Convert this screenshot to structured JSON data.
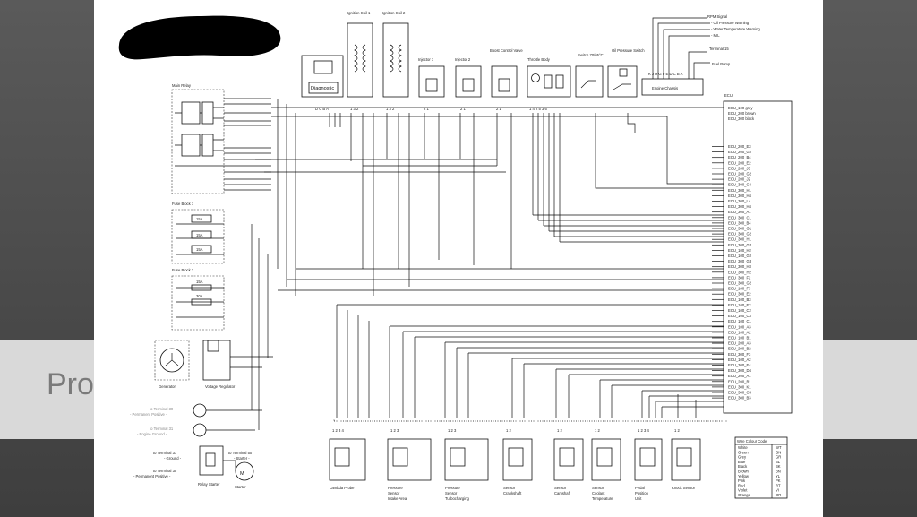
{
  "ecu": {
    "title": "ECU",
    "legend": [
      "ECU_100 grey",
      "ECU_200 brown",
      "ECU_300 black"
    ],
    "pins": [
      "ECU_200_E3",
      "ECU_200_G2",
      "ECU_200_B4",
      "ECU_200_E2",
      "ECU_200_J3",
      "ECU_200_G2",
      "ECU_200_J2",
      "ECU_300_C4",
      "ECU_300_H1",
      "ECU_300_H4",
      "ECU_300_L4",
      "ECU_300_H4",
      "ECU_300_A1",
      "ECU_300_C1",
      "ECU_300_B4",
      "ECU_300_G1",
      "ECU_300_G2",
      "ECU_300_H1",
      "ECU_300_G4",
      "ECU_100_H2",
      "ECU_100_G2",
      "ECU_300_G3",
      "ECU_300_H3",
      "ECU_300_H2",
      "ECU_300_F2",
      "ECU_300_G2",
      "ECU_100_F3",
      "ECU_300_E2",
      "ECU_100_B3",
      "ECU_100_E2",
      "ECU_100_C2",
      "ECU_100_C3",
      "ECU_100_C1",
      "ECU_100_A3",
      "ECU_100_A2",
      "ECU_100_B1",
      "ECU_200_A3",
      "ECU_200_B2",
      "ECU_300_F3",
      "ECU_100_A2",
      "ECU_300_E4",
      "ECU_300_D4",
      "ECU_200_A1",
      "ECU_200_B1",
      "ECU_300_K1",
      "ECU_300_C3",
      "ECU_300_B3"
    ]
  },
  "top_components": [
    {
      "id": "diagnostic",
      "label": "Diagnostic",
      "pins": "D C B A"
    },
    {
      "id": "coil1",
      "label": "Ignition Coil 1",
      "pins": "1 3 2"
    },
    {
      "id": "coil2",
      "label": "Ignition Coil 2",
      "pins": "1 3 2"
    },
    {
      "id": "inj1",
      "label": "Injector 1",
      "pins": "2 1"
    },
    {
      "id": "inj2",
      "label": "Injector 2",
      "pins": "2 1"
    },
    {
      "id": "boost",
      "label": "Boost Control Valve",
      "pins": "2 1"
    },
    {
      "id": "throttle",
      "label": "Throttle Body",
      "pins": "1 4 2 5 3 6"
    },
    {
      "id": "switch",
      "label": "Switch 70/65°C",
      "pins": ""
    },
    {
      "id": "oilswitch",
      "label": "Oil Pressure Switch",
      "pins": ""
    }
  ],
  "engine_chassis": {
    "label": "Engine Chassis",
    "pins": "K J H G F E D C B A",
    "signals": [
      "RPM Signal",
      "- Oil Pressure Warning",
      "- Water Temperature Warning",
      "- MIL",
      "Terminal 15",
      "Fuel Pump"
    ]
  },
  "left_blocks": {
    "main_relay": "Main Relay",
    "fuse_block1": "Fuse Block 1",
    "fuse_block2": "Fuse Block 2",
    "fuses1": [
      "15A",
      "15A",
      "15A"
    ],
    "fuses2": [
      "15A",
      "30A"
    ],
    "generator": "Generator",
    "voltage_regulator": "Voltage Regulator",
    "term30_perm": [
      "to Terminal 30",
      "- Permanent Positive -"
    ],
    "term31_engine": [
      "to Terminal 31",
      "- Engine Ground -"
    ],
    "term31_ground": [
      "to Terminal 31",
      "- Ground -"
    ],
    "term30_perm2": [
      "to Terminal 30",
      "- Permanent Positive -"
    ],
    "term50": [
      "to Terminal 50",
      "- Starter -"
    ],
    "relay_starter": "Relay Starter",
    "starter": "Starter"
  },
  "bottom_sensors": [
    {
      "label": "Lambda Probe",
      "pins": "1 2 3 4"
    },
    {
      "label": "Pressure Sensor Intake Area",
      "pins": "1 2 3"
    },
    {
      "label": "Pressure Sensor Turbocharging",
      "pins": "1 2 3"
    },
    {
      "label": "Sensor Crankshaft",
      "pins": "1 2"
    },
    {
      "label": "Sensor Camshaft",
      "pins": "1 2"
    },
    {
      "label": "Sensor Coolant Temperature",
      "pins": "1 2"
    },
    {
      "label": "Pedal Position Unit",
      "pins": "1 2 3 4"
    },
    {
      "label": "Knock Sensor",
      "pins": "1 2"
    }
  ],
  "wire_colours": {
    "title": "Wire Colour Code",
    "rows": [
      [
        "White",
        "WT"
      ],
      [
        "Green",
        "GN"
      ],
      [
        "Grey",
        "GR"
      ],
      [
        "Blue",
        "BL"
      ],
      [
        "Black",
        "BK"
      ],
      [
        "Brown",
        "BN"
      ],
      [
        "Yellow",
        "YL"
      ],
      [
        "Pink",
        "PK"
      ],
      [
        "Red",
        "RT"
      ],
      [
        "Violet",
        "VI"
      ],
      [
        "Orange",
        "OR"
      ]
    ]
  }
}
